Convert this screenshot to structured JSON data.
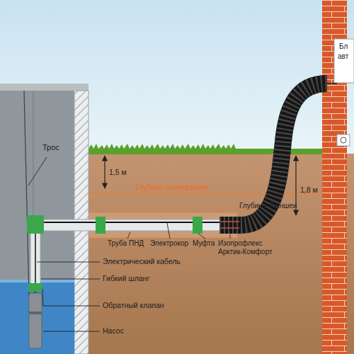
{
  "diagram": {
    "labels": [
      "Трос",
      "1,5 м",
      "Глубина промерзания",
      "1,8 м",
      "Глубина траншеи",
      "Труба ПНД",
      "Электрокор",
      "Муфта",
      "Изопрофлекс Арктик-Комфорт",
      "Электрический кабель",
      "Гибкий шланг",
      "Обратный клапан",
      "Насос",
      "Бл",
      "авт"
    ]
  }
}
